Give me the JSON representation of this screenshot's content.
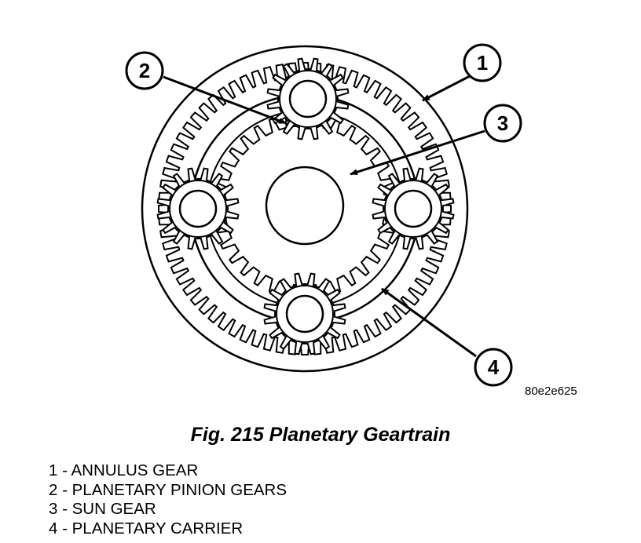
{
  "figure": {
    "title": "Fig. 215 Planetary Geartrain",
    "reference_code": "80e2e625"
  },
  "callouts": [
    {
      "number": "1"
    },
    {
      "number": "2"
    },
    {
      "number": "3"
    },
    {
      "number": "4"
    }
  ],
  "legend": [
    "1 - ANNULUS GEAR",
    "2 - PLANETARY PINION GEARS",
    "3 - SUN GEAR",
    "4 - PLANETARY CARRIER"
  ],
  "colors": {
    "line": "#000000",
    "background": "#ffffff"
  }
}
